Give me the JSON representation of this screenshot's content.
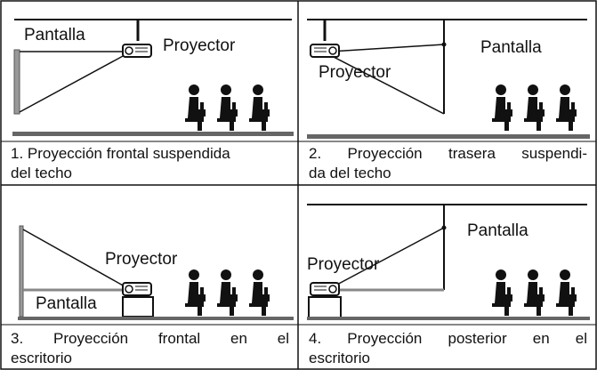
{
  "panels": [
    {
      "screen_label": "Pantalla",
      "projector_label": "Proyector",
      "caption_line1": "1. Proyección frontal suspendida",
      "caption_line2": "del techo"
    },
    {
      "screen_label": "Pantalla",
      "projector_label": "Proyector",
      "caption_line1": "2. Proyección trasera suspendi-",
      "caption_line2": "da del techo"
    },
    {
      "screen_label": "Pantalla",
      "projector_label": "Proyector",
      "caption_line1": "3. Proyección frontal en el",
      "caption_line2": "escritorio"
    },
    {
      "screen_label": "Pantalla",
      "projector_label": "Proyector",
      "caption_line1": "4. Proyección posterior en el",
      "caption_line2": "escritorio"
    }
  ],
  "colors": {
    "line": "#111111",
    "screen": "#888888",
    "floor": "#555555"
  }
}
